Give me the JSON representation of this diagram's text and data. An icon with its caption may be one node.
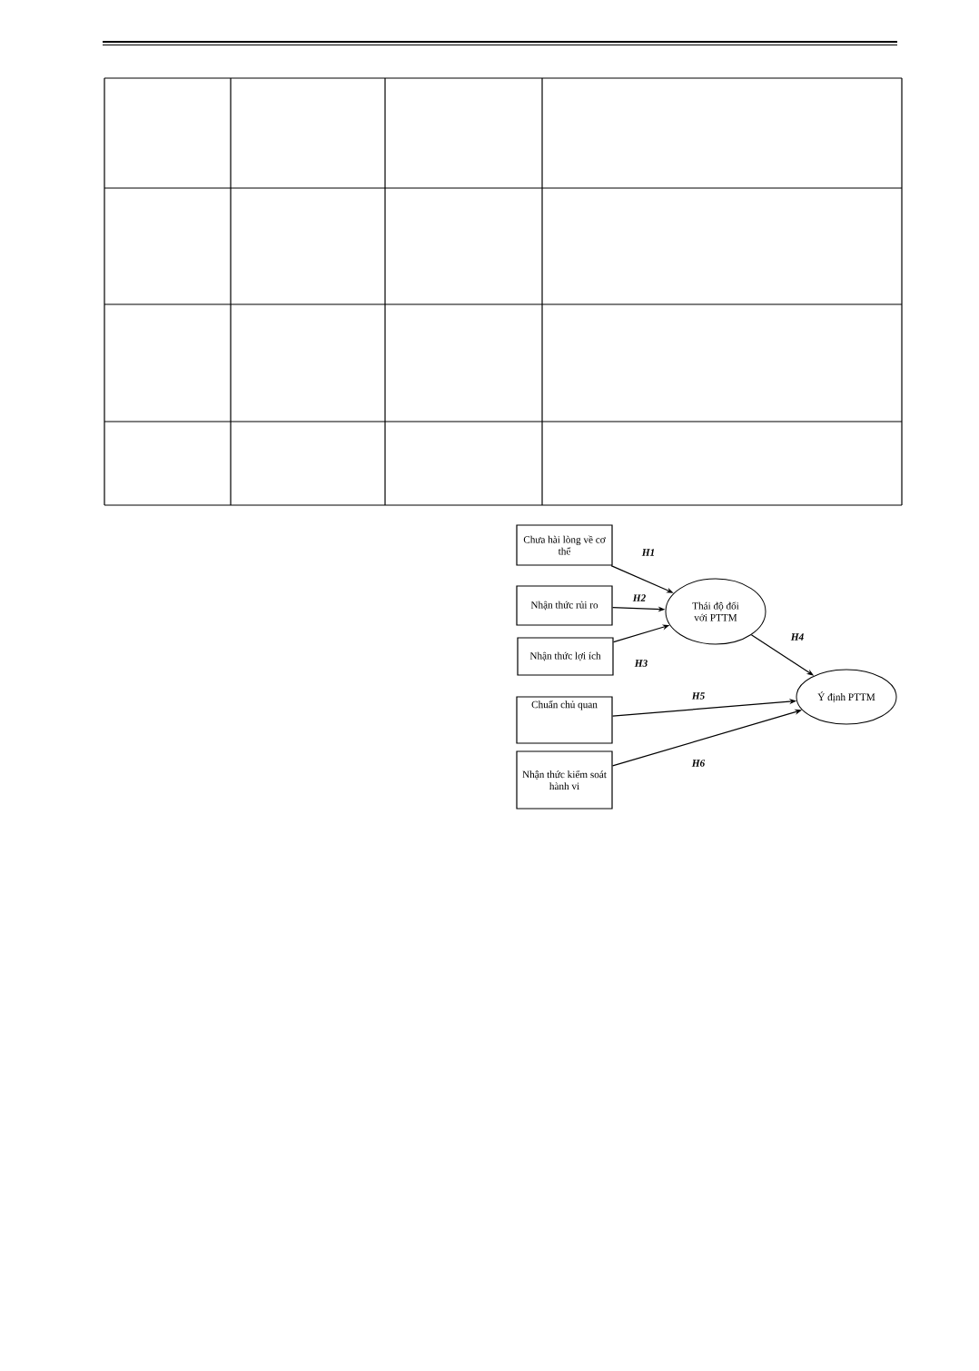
{
  "diagram": {
    "nodes": [
      {
        "text": [
          "Chưa hài lòng về cơ thể"
        ]
      },
      {
        "text": [
          "Nhận thức rủi ro"
        ]
      },
      {
        "text": [
          "Nhận thức lợi ích"
        ]
      },
      {
        "text": [
          "Thái độ đối với PTTM"
        ]
      },
      {
        "text": [
          "Chuẩn chủ quan"
        ]
      },
      {
        "text": [
          "Nhận thức kiểm soát hành vi"
        ]
      },
      {
        "text": [
          "Ý định PTTM"
        ]
      }
    ],
    "edges": [
      {
        "from": 0,
        "to": 3,
        "arrow": "to",
        "label": "H1"
      },
      {
        "from": 1,
        "to": 3,
        "arrow": "to",
        "label": "H2"
      },
      {
        "from": 2,
        "to": 3,
        "arrow": "to",
        "label": "H3"
      },
      {
        "from": 3,
        "to": 6,
        "arrow": "to",
        "label": "H4"
      },
      {
        "from": 4,
        "to": 6,
        "arrow": "to",
        "label": "H5"
      },
      {
        "from": 5,
        "to": 6,
        "arrow": "to",
        "label": "H6"
      }
    ]
  }
}
